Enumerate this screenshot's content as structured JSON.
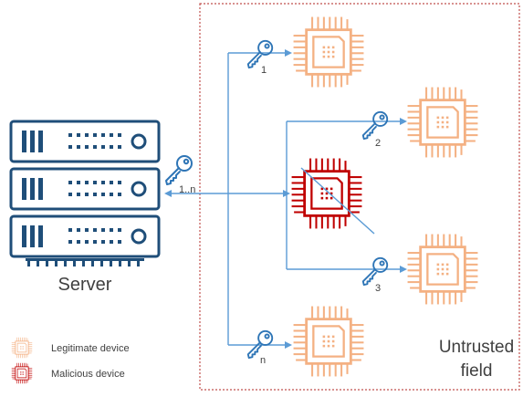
{
  "server": {
    "label": "Server",
    "icon": "server-rack-icon"
  },
  "field": {
    "line1": "Untrusted",
    "line2": "field"
  },
  "keys": {
    "server_key": "1..n",
    "device_1": "1",
    "device_2": "2",
    "device_3": "3",
    "device_n": "n"
  },
  "legend": {
    "legitimate": "Legitimate device",
    "malicious": "Malicious device"
  },
  "colors": {
    "server": "#1f4e79",
    "legitimate": "#f4b183",
    "malicious": "#c00000",
    "connector": "#5b9bd5",
    "field_border": "#c0504d",
    "key": "#2e75b6"
  }
}
